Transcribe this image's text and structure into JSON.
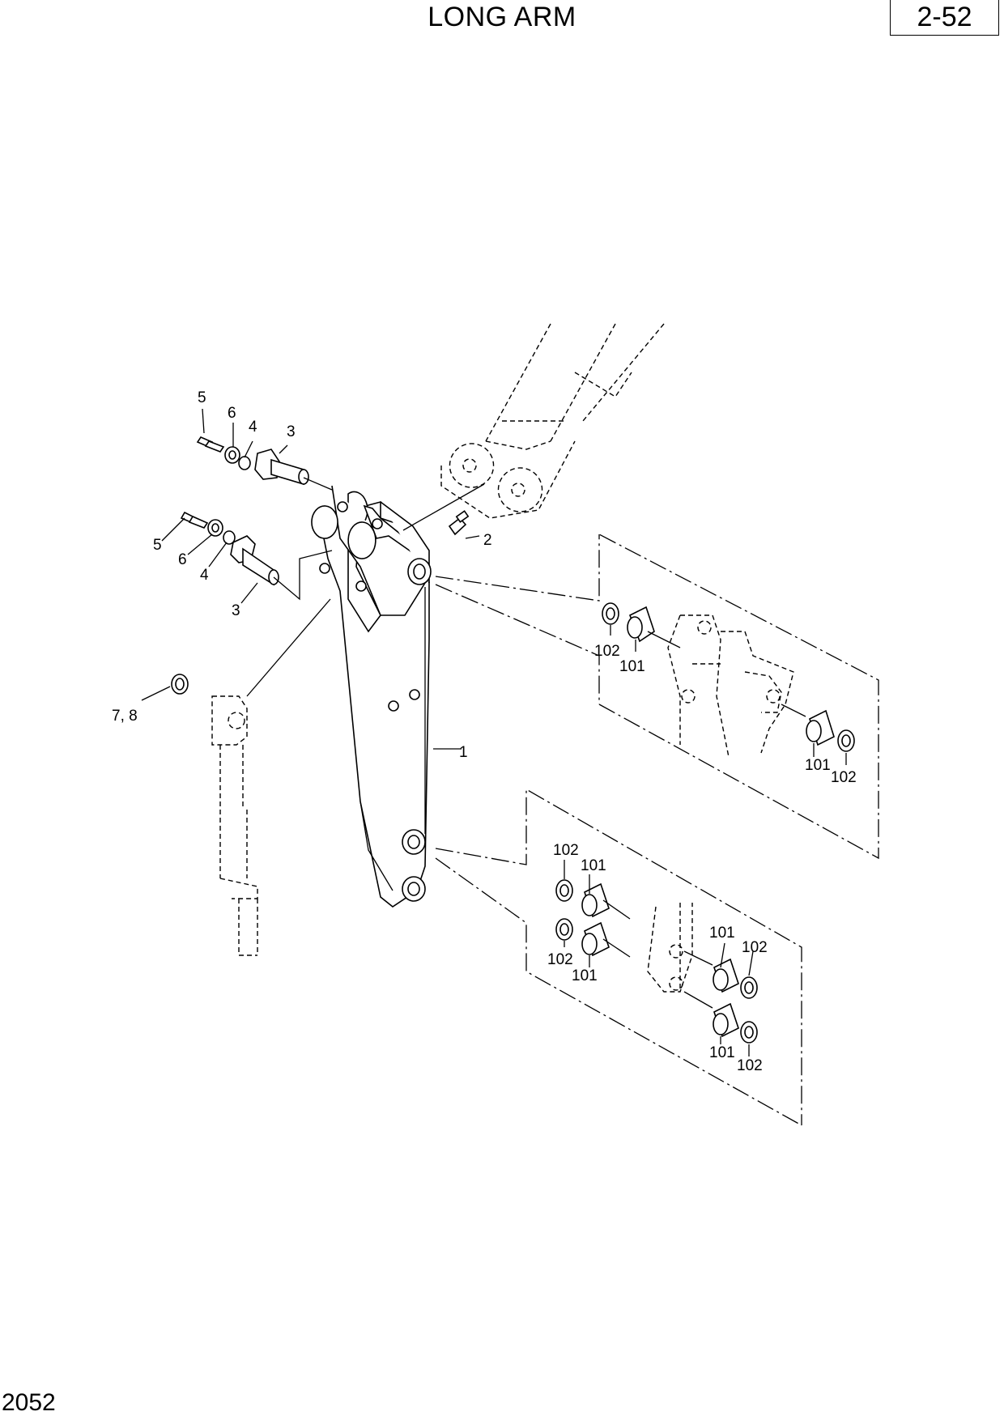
{
  "header": {
    "title": "LONG ARM",
    "page_number": "2-52"
  },
  "footer": {
    "doc_code": "2052"
  },
  "callouts": {
    "c1": "1",
    "c2": "2",
    "c3a": "3",
    "c3b": "3",
    "c4a": "4",
    "c4b": "4",
    "c5a": "5",
    "c5b": "5",
    "c6a": "6",
    "c6b": "6",
    "c78": "7, 8",
    "c101a": "101",
    "c102a": "102",
    "c101b": "101",
    "c102b": "102",
    "c102c": "102",
    "c101c": "101",
    "c102d": "102",
    "c101d": "101",
    "c101e": "101",
    "c102e": "102",
    "c101f": "101",
    "c102f": "102"
  }
}
